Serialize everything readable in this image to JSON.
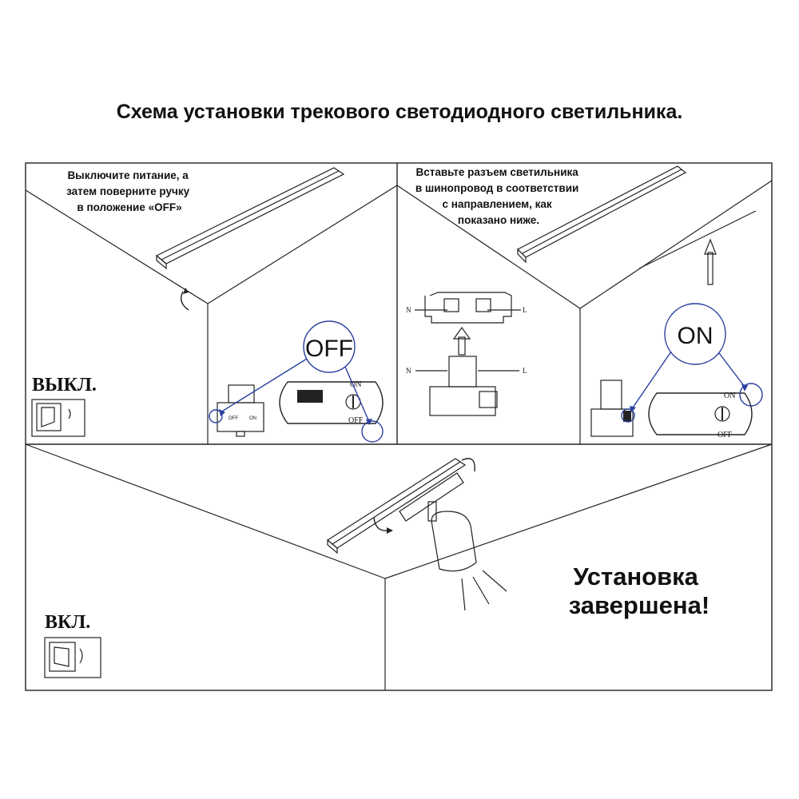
{
  "title": "Схема установки трекового светодиодного светильника.",
  "step1": {
    "instruction": [
      "Выключите питание, а",
      "затем поверните ручку",
      "в положение «OFF»"
    ],
    "callout": "OFF",
    "switch_label": "ВЫКЛ.",
    "adapter_off": "OFF",
    "adapter_on": "ON",
    "dial_on": "ON",
    "dial_off": "OFF"
  },
  "step2": {
    "instruction": [
      "Вставьте разъем светильника",
      "в шинопровод в соответствии",
      "с направлением, как",
      "показано ниже."
    ],
    "label_n": "N",
    "label_l": "L",
    "callout": "ON",
    "dial_on": "ON",
    "dial_off": "OFF"
  },
  "step3": {
    "switch_label": "ВКЛ.",
    "done": [
      "Установка",
      "завершена!"
    ]
  },
  "colors": {
    "callout": "#2a3f9e",
    "line": "#222222"
  }
}
